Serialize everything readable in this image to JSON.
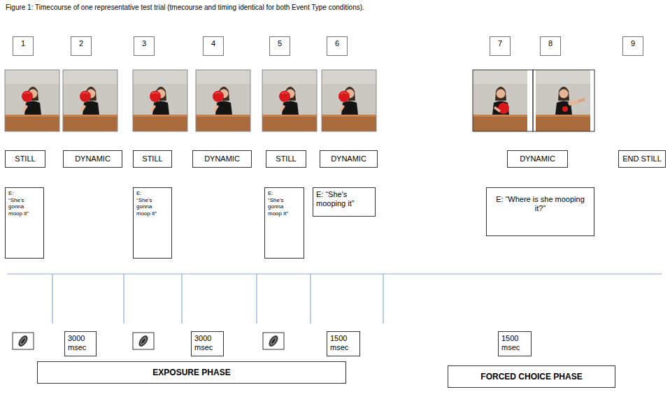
{
  "diagram": {
    "title": "Figure 1: Timecourse of one representative test trial (tmecourse and timing identical for both Event Type conditions).",
    "nodes": [
      {
        "text": [
          "1"
        ]
      },
      {
        "text": [
          "2"
        ]
      },
      {
        "text": [
          "3"
        ]
      },
      {
        "text": [
          "4"
        ]
      },
      {
        "text": [
          "5"
        ]
      },
      {
        "text": [
          "6"
        ]
      },
      {
        "text": [
          "7"
        ]
      },
      {
        "text": [
          "8"
        ]
      },
      {
        "text": [
          "9"
        ]
      },
      {
        "text": [
          "STILL"
        ]
      },
      {
        "text": [
          "DYNAMIC"
        ]
      },
      {
        "text": [
          "STILL"
        ]
      },
      {
        "text": [
          "DYNAMIC"
        ]
      },
      {
        "text": [
          "STILL"
        ]
      },
      {
        "text": [
          "DYNAMIC"
        ]
      },
      {
        "text": [
          "DYNAMIC"
        ]
      },
      {
        "text": [
          "END STILL"
        ]
      },
      {
        "text": [
          "E: “She's gonna moop it”"
        ]
      },
      {
        "text": [
          "E: “She's gonna moop it”"
        ]
      },
      {
        "text": [
          "E: “She's gonna moop it”"
        ]
      },
      {
        "text": [
          "E: “She's mooping it”"
        ]
      },
      {
        "text": [
          "E: “Where is she mooping it?”"
        ]
      },
      {
        "text": [
          "3000 msec"
        ]
      },
      {
        "text": [
          "3000 msec"
        ]
      },
      {
        "text": [
          "1500 msec"
        ]
      },
      {
        "text": [
          "1500 msec"
        ]
      },
      {
        "text": [
          "EXPOSURE PHASE"
        ]
      },
      {
        "text": [
          "FORCED CHOICE PHASE"
        ]
      }
    ]
  }
}
